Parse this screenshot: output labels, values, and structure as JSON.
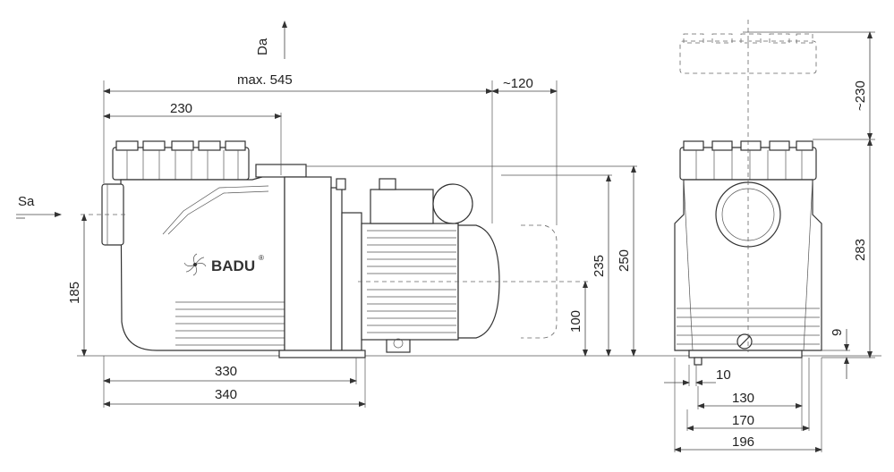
{
  "brand": {
    "name": "BADU",
    "reg": "®"
  },
  "ports": {
    "suction": "Sa",
    "discharge": "Da"
  },
  "dims": {
    "max_length": "max. 545",
    "motor_removal": "~120",
    "housing_depth": "230",
    "lid_removal": "~230",
    "height_suction_axis": "185",
    "height_discharge": "235",
    "height_total": "250",
    "height_motor_axis": "100",
    "foot_length_330": "330",
    "foot_length_340": "340",
    "height_front": "283",
    "foot_height": "9",
    "width_10": "10",
    "width_130": "130",
    "width_170": "170",
    "width_196": "196"
  },
  "colors": {
    "line": "#333333",
    "background": "#ffffff"
  }
}
